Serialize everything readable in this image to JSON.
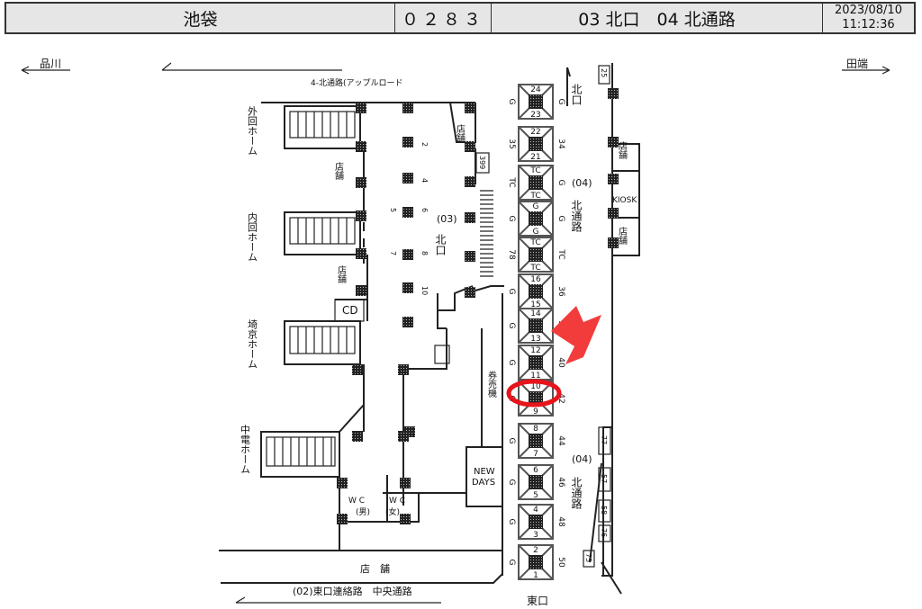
{
  "header": {
    "station": "池袋",
    "code": "０２８３",
    "area": "03 北口　04 北通路",
    "date": "2023/08/10",
    "time": "11:12:36"
  },
  "directions": {
    "left": "品川",
    "right": "田端"
  },
  "labels": {
    "apple_road": "4-北通路(アップルロード",
    "platform_outer": "外回ホーム",
    "platform_inner": "内回ホーム",
    "platform_saikyo": "埼京ホーム",
    "platform_chuden": "中電ホーム",
    "shop": "店舗",
    "cd": "CD",
    "north_exit_03": "(03)",
    "north_exit": "北口",
    "north_passage_04": "(04)",
    "north_passage": "北通路",
    "ticket_machine": "券売機",
    "newdays_1": "NEW",
    "newdays_2": "DAYS",
    "wc_m": "W C",
    "wc_m_sub": "(男)",
    "wc_f": "W C",
    "wc_f_sub": "(女)",
    "shop_bottom": "店　舗",
    "east_link": "(02)東口連絡路　中央通路",
    "east_exit": "東口",
    "kiosk": "KIOSK",
    "box_399": "399",
    "box_25": "25",
    "box_77": "77",
    "box_57": "57",
    "box_58": "58",
    "box_76": "76",
    "box_75": "75",
    "pillar_nums": [
      "2",
      "4",
      "5",
      "6",
      "7",
      "8",
      "10"
    ]
  },
  "gates": [
    {
      "top": "24",
      "bottom": "23",
      "left": "G",
      "right": "G"
    },
    {
      "top": "22",
      "bottom": "21",
      "left": "35",
      "right": "34"
    },
    {
      "top": "TC",
      "bottom": "TC",
      "left": "TC",
      "right": "G"
    },
    {
      "top": "G",
      "bottom": "G",
      "left": "G",
      "right": "G"
    },
    {
      "top": "TC",
      "bottom": "TC",
      "left": "78",
      "right": "TC"
    },
    {
      "top": "16",
      "bottom": "15",
      "left": "G",
      "right": "36"
    },
    {
      "top": "14",
      "bottom": "13",
      "left": "G",
      "right": "38"
    },
    {
      "top": "12",
      "bottom": "11",
      "left": "G",
      "right": "40"
    },
    {
      "top": "10",
      "bottom": "9",
      "left": "G",
      "right": "42"
    },
    {
      "top": "8",
      "bottom": "7",
      "left": "G",
      "right": "44"
    },
    {
      "top": "6",
      "bottom": "5",
      "left": "G",
      "right": "46"
    },
    {
      "top": "4",
      "bottom": "3",
      "left": "G",
      "right": "48"
    },
    {
      "top": "2",
      "bottom": "1",
      "left": "G",
      "right": "50"
    }
  ],
  "highlight": {
    "gate_index": 8,
    "color": "#e8141b",
    "arrow_color": "#f23c3c"
  }
}
